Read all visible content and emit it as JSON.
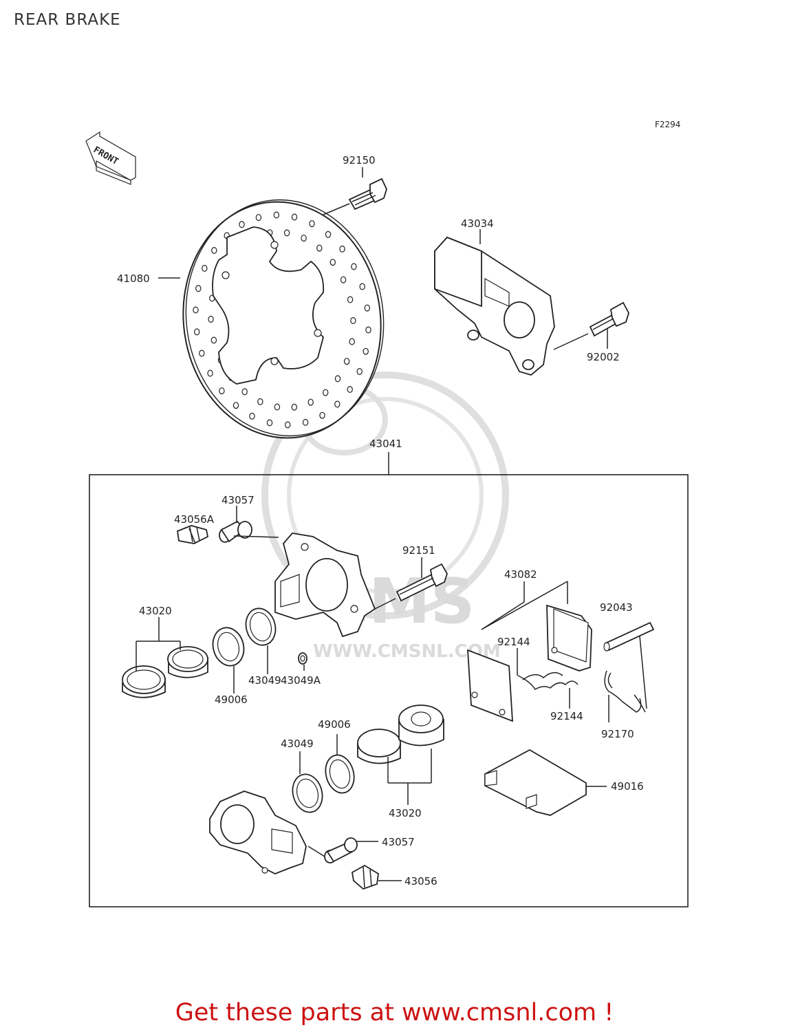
{
  "page": {
    "title": "REAR BRAKE",
    "figure_code": "F2294",
    "front_marker": "FRONT"
  },
  "watermark": {
    "brand": "CMS",
    "url": "WWW.CMSNL.COM"
  },
  "callouts": {
    "disc": "41080",
    "disc_bolt": "92150",
    "caliper_bracket": "43034",
    "bracket_bolt": "92002",
    "caliper_assembly": "43041",
    "bleed_valve_a": "43056A",
    "bleed_cap_upper": "43057",
    "caliper_bolt": "92151",
    "pistons_left": "43020",
    "seal_49006_left": "49006",
    "seal_43049_left": "43049",
    "seal_43049a": "43049A",
    "pad_set": "43082",
    "pad_pin": "92043",
    "pad_spring_upper": "92144",
    "pad_spring_lower": "92144",
    "clip": "92170",
    "seal_49006_lower": "49006",
    "seal_43049_lower": "43049",
    "pistons_lower": "43020",
    "pad_plate": "49016",
    "bleed_cap_lower": "43057",
    "bleed_valve": "43056"
  },
  "footer": {
    "text": "Get these parts at www.cmsnl.com !"
  }
}
